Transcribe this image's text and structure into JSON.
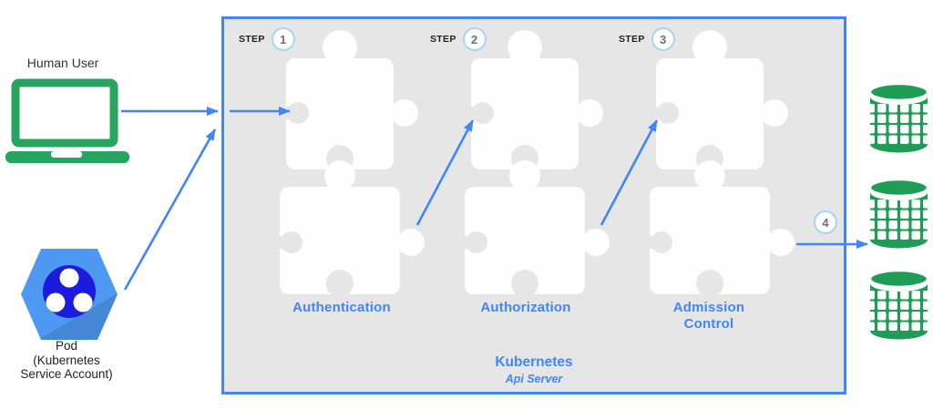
{
  "colors": {
    "accent_blue": "#4285F4",
    "box_bg": "#E6E6E6",
    "piece_white": "#FEFEFE",
    "laptop_green": "#27A45F",
    "database_green": "#1F9D56",
    "pod_hex_blue": "#4E9AF2",
    "pod_circle_blue": "#1C1CDE",
    "badge_border": "#A6D5F4",
    "badge_number_gray": "#6F6F6F",
    "step_text": "#1F1F1F"
  },
  "left_panel": {
    "human_user_label": "Human User",
    "pod_label_line1": "Pod",
    "pod_label_line2": "(Kubernetes",
    "pod_label_line3": "Service Account)"
  },
  "api_box": {
    "steps": [
      {
        "label": "STEP",
        "number": "1"
      },
      {
        "label": "STEP",
        "number": "2"
      },
      {
        "label": "STEP",
        "number": "3"
      }
    ],
    "exit_badge_number": "4",
    "modules": [
      "Authentication",
      "Authorization",
      "Admission Control"
    ],
    "title": "Kubernetes",
    "subtitle": "Api Server"
  },
  "icons": {
    "human": "laptop-icon",
    "pod": "pod-hexagon-icon",
    "datastore": "database-icon",
    "module": "puzzle-piece-icon"
  },
  "datastores": {
    "count": 3
  }
}
